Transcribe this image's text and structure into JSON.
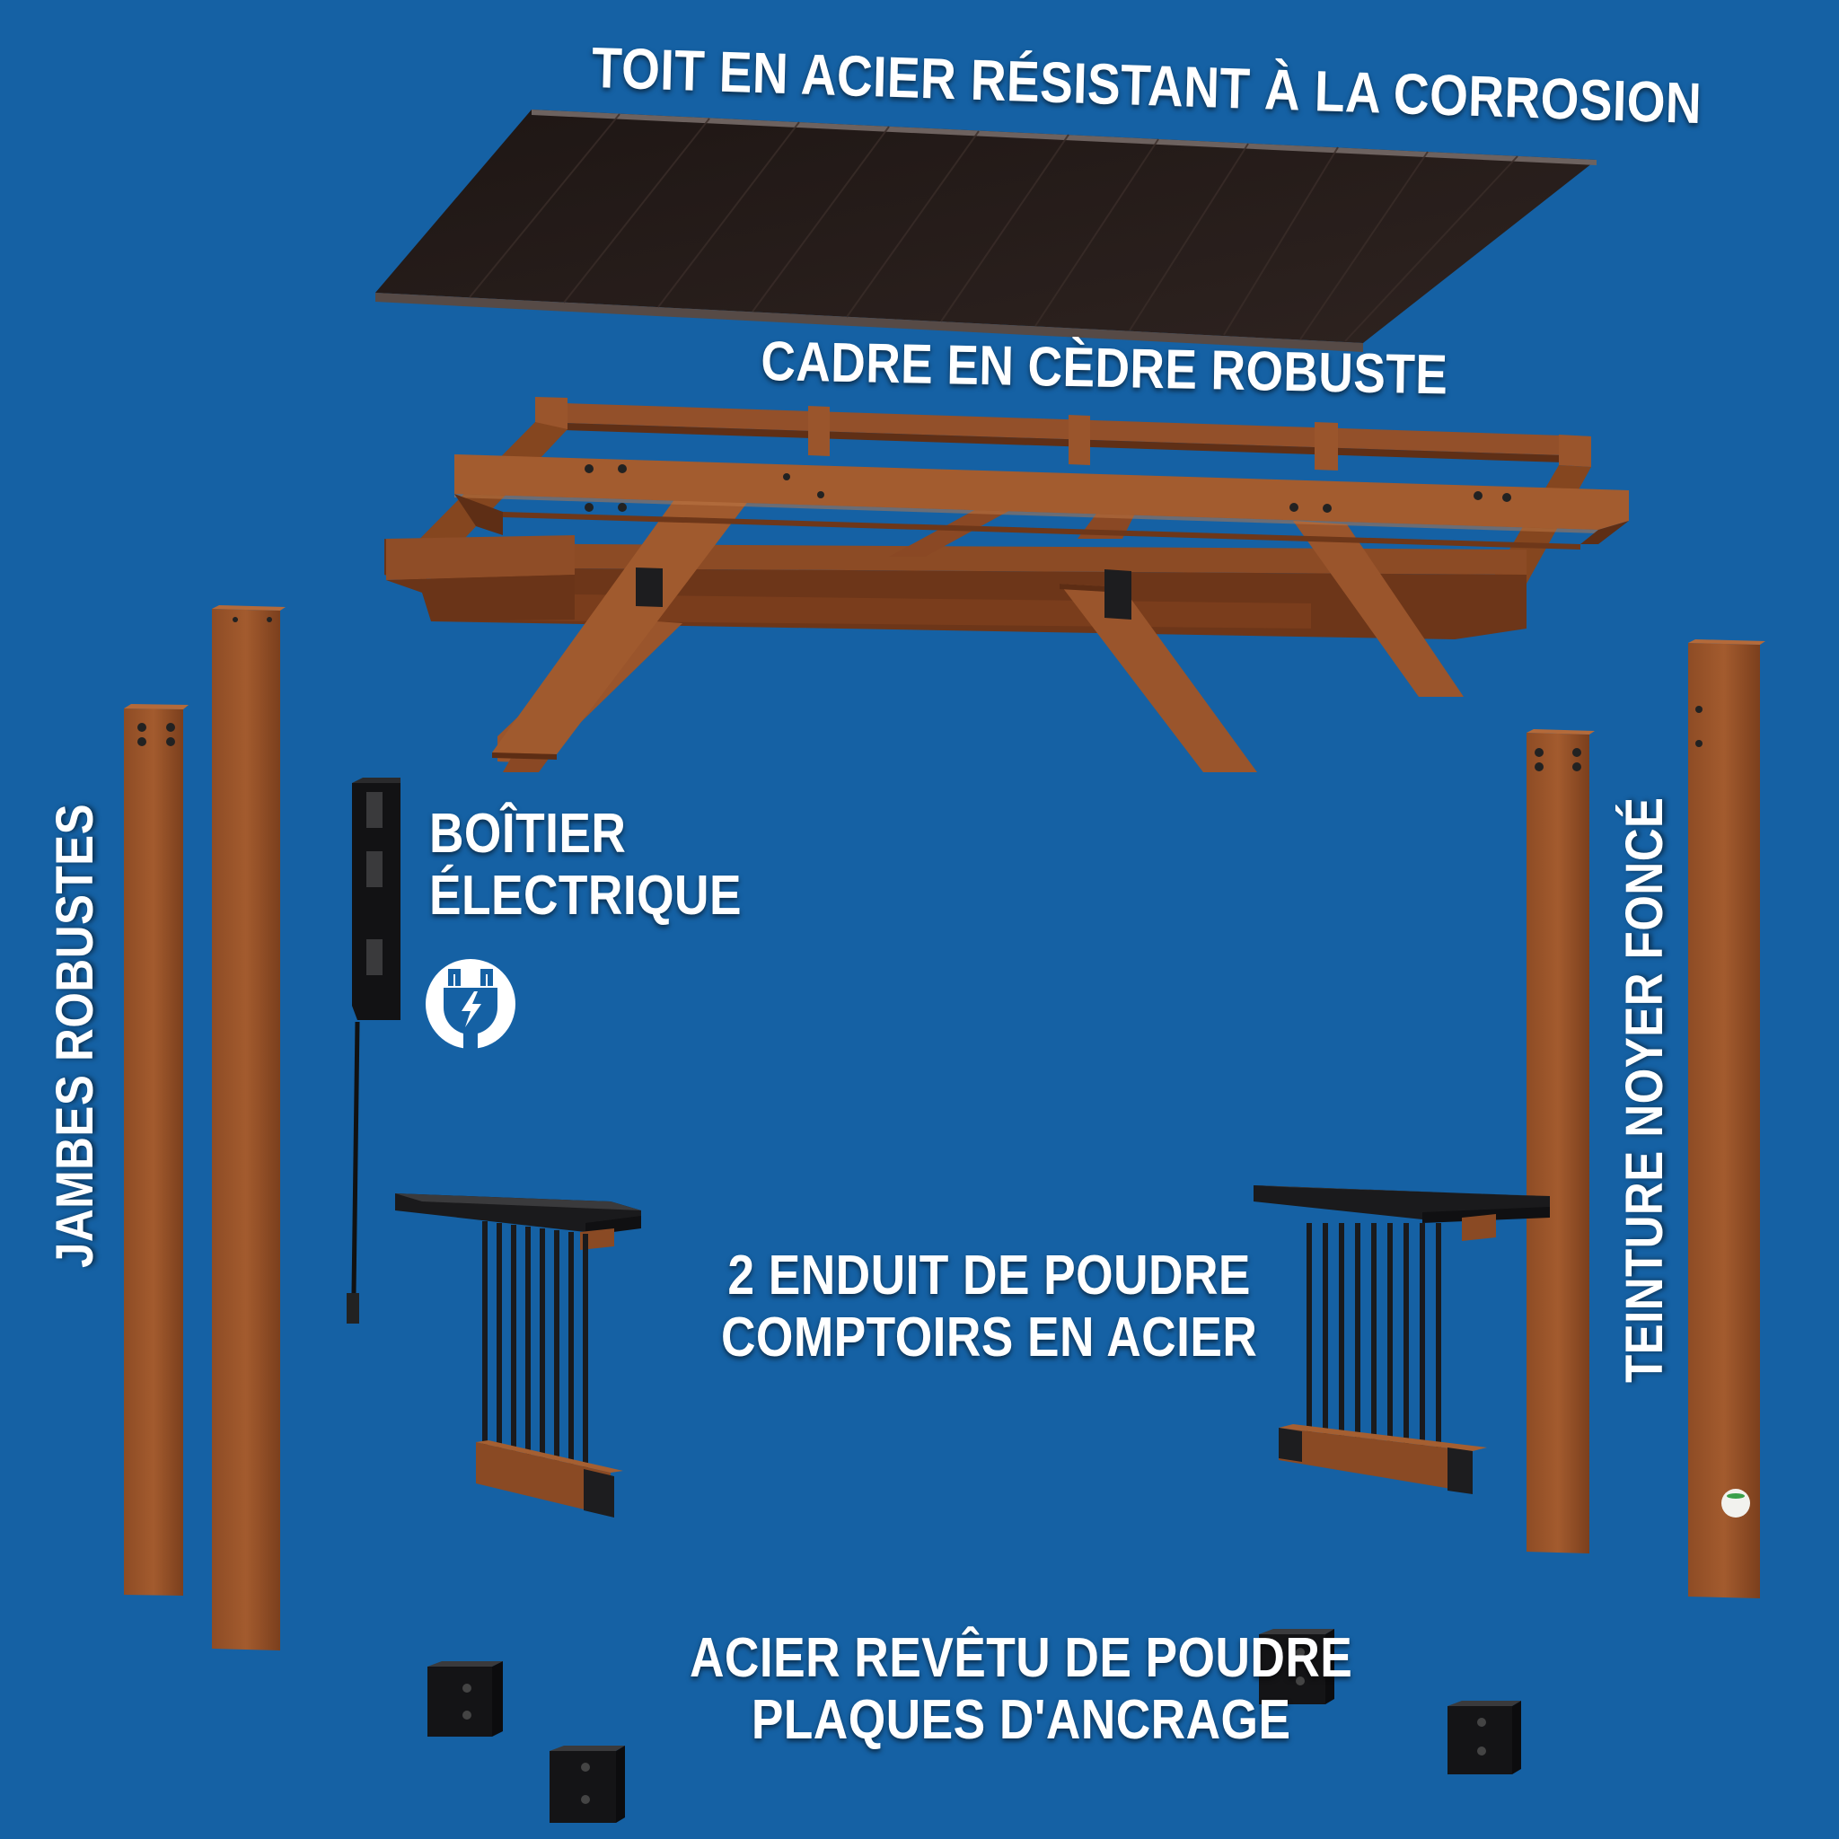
{
  "colors": {
    "background": "#1561a4",
    "roof": "#2a1f1b",
    "cedar": "#8a4a24",
    "cedar_light": "#a0582b",
    "cedar_dark": "#5d2d14",
    "steel": "#1d1d1f",
    "text": "#ffffff"
  },
  "labels": {
    "roof": "TOIT EN ACIER RÉSISTANT À LA CORROSION",
    "frame": "CADRE EN CÈDRE ROBUSTE",
    "electrical_box": [
      "BOÎTIER",
      "ÉLECTRIQUE"
    ],
    "countertops": [
      "2 ENDUIT DE POUDRE",
      "COMPTOIRS EN ACIER"
    ],
    "anchor_plates": [
      "ACIER REVÊTU DE POUDRE",
      "PLAQUES D'ANCRAGE"
    ],
    "legs": "JAMBES ROBUSTES",
    "stain": "TEINTURE NOYER FONCÉ"
  },
  "icons": {
    "electrical": "power-plug-icon"
  }
}
